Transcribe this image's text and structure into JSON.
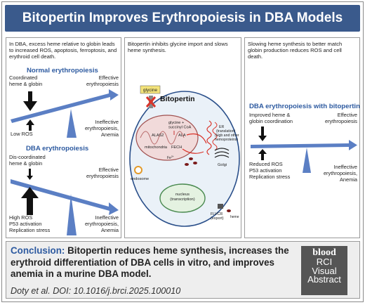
{
  "title": "Bitopertin Improves Erythropoiesis in DBA Models",
  "left": {
    "intro": "In DBA, excess heme relative to globin leads to increased ROS, apoptosis, ferroptosis, and erythroid cell death.",
    "normal": {
      "heading": "Normal erythropoiesis",
      "top_left": "Coordinated heme & globin",
      "top_right": "Effective erythropoiesis",
      "bottom_left": "Low ROS",
      "bottom_right": "Ineffective erythropoiesis, Anemia"
    },
    "dba": {
      "heading": "DBA erythropoiesis",
      "top_left": "Dis-coordinated heme & globin",
      "top_right": "Effective erythropoiesis",
      "bottom_left": "High ROS\nP53 activation\nReplication stress",
      "bottom_right": "Ineffective erythropoiesis, Anemia"
    }
  },
  "middle": {
    "intro": "Bitopertin inhibits glycine import and slows heme synthesis.",
    "labels": {
      "glycine": "glycine",
      "drug": "Bitopertin",
      "succinyl": "glycine +\nsuccinyl CoA",
      "alas2": "ALAS2",
      "ala": "ALA",
      "mitochondria": "mitochondria",
      "fech": "FECH",
      "fe": "Fe2+",
      "er": "ER\n(translation)\n(Hgb and other\nhemoproteins)",
      "golgi": "Golgi",
      "endosome": "endosome",
      "nucleus": "nucleus\n(transcription)",
      "flvcr": "FLVCR\n(export)",
      "heme": "heme"
    }
  },
  "right": {
    "intro": "Slowing heme synthesis to better match globin production reduces ROS and cell death.",
    "heading": "DBA erythropoiesis with bitopertin",
    "top_left": "Improved heme & globin coordination",
    "top_right": "Effective erythropoiesis",
    "bottom_left": "Reduced ROS\nP53 activation\nReplication stress",
    "bottom_right": "Ineffective erythropoiesis, Anemia"
  },
  "conclusion": {
    "head": "Conclusion:",
    "text": "Bitopertin reduces heme synthesis, increases the erythroid differentiation of DBA cells in vitro, and improves anemia in a murine DBA model.",
    "citation": "Doty et al. DOI: 10.1016/j.brci.2025.100010"
  },
  "brand": {
    "line1": "blood",
    "line2": "RCI",
    "line3": "Visual",
    "line4": "Abstract"
  },
  "colors": {
    "title_bg": "#3a5a8c",
    "heading_blue": "#2d5aa0",
    "beam_blue": "#5b7fc4",
    "bitopertin_red": "#d9342b"
  }
}
